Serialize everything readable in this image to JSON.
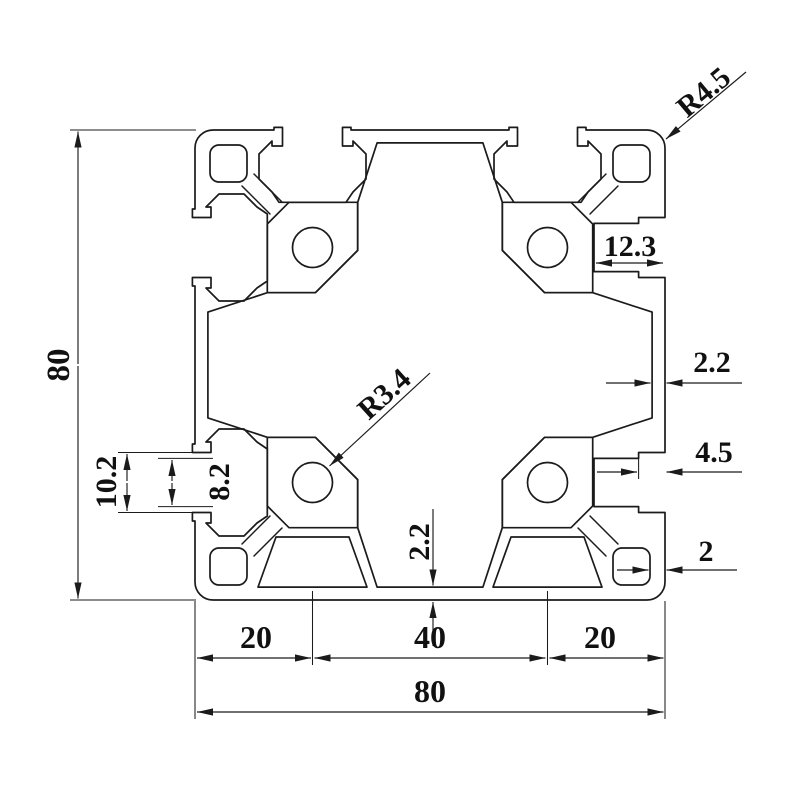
{
  "drawing": {
    "type": "technical-cross-section",
    "subject": "80x80 aluminium extrusion profile",
    "line_color": "#1b1b1b",
    "background": "#ffffff",
    "dims": {
      "height": "80",
      "width": "80",
      "seg_left": "20",
      "seg_mid": "40",
      "seg_right": "20",
      "slot_outer": "10.2",
      "slot_inner": "8.2",
      "corner_radius": "R4.5",
      "bore_radius": "R3.4",
      "channel_depth": "12.3",
      "side_wall": "2.2",
      "lip_depth": "4.5",
      "corner_wall": "2",
      "bottom_wall": "2.2"
    }
  }
}
